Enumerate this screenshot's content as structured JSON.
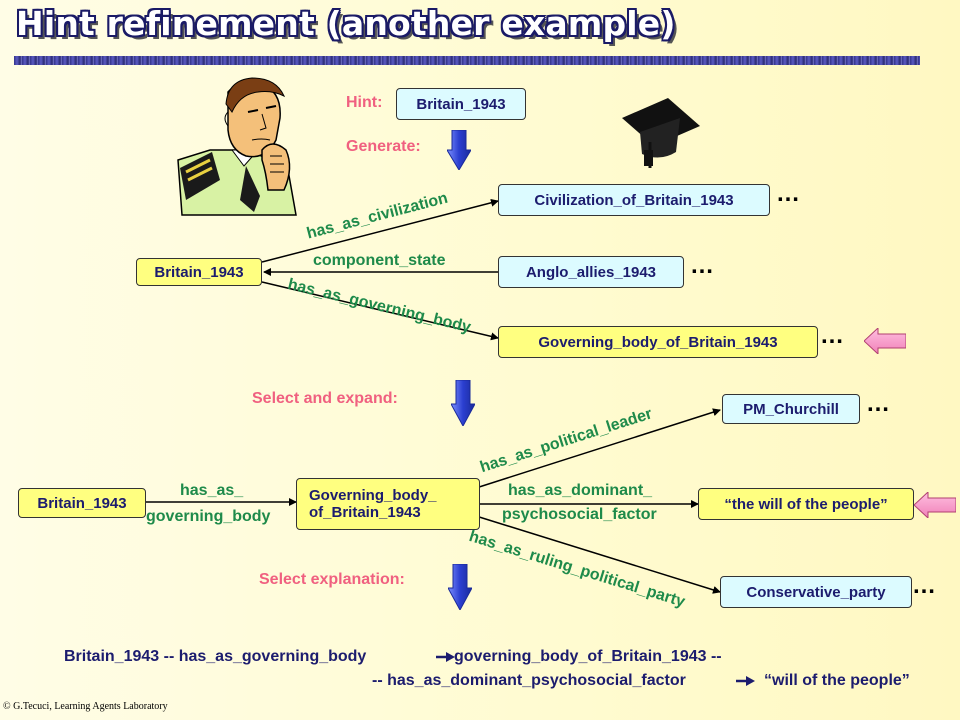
{
  "title": "Hint refinement (another example)",
  "labels": {
    "hint": "Hint:",
    "generate": "Generate:",
    "select_expand": "Select and expand:",
    "select_explanation": "Select explanation:"
  },
  "nodes": {
    "hint_value": "Britain_1943",
    "britain_top": "Britain_1943",
    "civilization": "Civilization_of_Britain_1943",
    "anglo": "Anglo_allies_1943",
    "governing_top": "Governing_body_of_Britain_1943",
    "britain_bottom": "Britain_1943",
    "governing_mid_line1": "Governing_body_",
    "governing_mid_line2": "of_Britain_1943",
    "pm": "PM_Churchill",
    "will": "“the will of the people”",
    "conservative": "Conservative_party"
  },
  "edges": {
    "has_as_civilization": "has_as_civilization",
    "component_state": "component_state",
    "has_as_governing_body": "has_as_governing_body",
    "has_as_line1": "has_as_",
    "has_as_line2": "governing_body",
    "has_as_political_leader": "has_as_political_leader",
    "has_as_dominant_line1": "has_as_dominant_",
    "has_as_dominant_line2": "psychosocial_factor",
    "has_as_ruling_political_party": "has_as_ruling_political_party"
  },
  "ellipsis": "…",
  "explanation": {
    "line1_part1": "Britain_1943  -- has_as_governing_body",
    "line1_part2": "governing_body_of_Britain_1943 --",
    "line2_part1": "-- has_as_dominant_psychosocial_factor",
    "line2_part2": "“will of the people”"
  },
  "footer": "© G.Tecuci, Learning Agents Laboratory",
  "colors": {
    "title_outline": "#1a1a66",
    "label_pink": "#f06080",
    "edge_green": "#1e8a4a",
    "node_text": "#1c1c6e",
    "node_yellow": "#ffff80",
    "node_cyan": "#dcfbff",
    "arrow_blue": "#2b3fd0"
  }
}
